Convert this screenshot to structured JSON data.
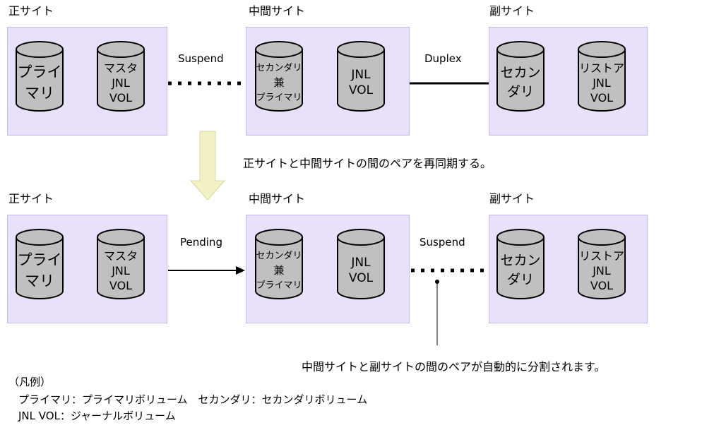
{
  "top": {
    "primary_site_label": "正サイト",
    "middle_site_label": "中間サイト",
    "secondary_site_label": "副サイト",
    "link1_label": "Suspend",
    "link2_label": "Duplex"
  },
  "transition_note": "正サイトと中間サイトの間のペアを再同期する。",
  "bottom": {
    "primary_site_label": "正サイト",
    "middle_site_label": "中間サイト",
    "secondary_site_label": "副サイト",
    "link1_label": "Pending",
    "link2_label": "Suspend"
  },
  "volumes": {
    "primary": [
      "プライ",
      "マリ"
    ],
    "master_jnl": [
      "マスタ",
      "JNL",
      "VOL"
    ],
    "secondary_primary": [
      "セカンダリ",
      "兼",
      "プライマリ"
    ],
    "jnl": [
      "JNL",
      "VOL"
    ],
    "secondary": [
      "セカン",
      "ダリ"
    ],
    "restore_jnl": [
      "リストア",
      "JNL",
      "VOL"
    ]
  },
  "auto_split_note": "中間サイトと副サイトの間のペアが自動的に分割されます。",
  "legend": {
    "title": "（凡例）",
    "line1": "プライマリ：プライマリボリューム　セカンダリ：セカンダリボリューム",
    "line2": "JNL VOL：ジャーナルボリューム"
  },
  "colors": {
    "site_box": "#e9e0fb",
    "cylinder": "#c0c0c0",
    "transition_arrow": "#f2f2c4"
  }
}
